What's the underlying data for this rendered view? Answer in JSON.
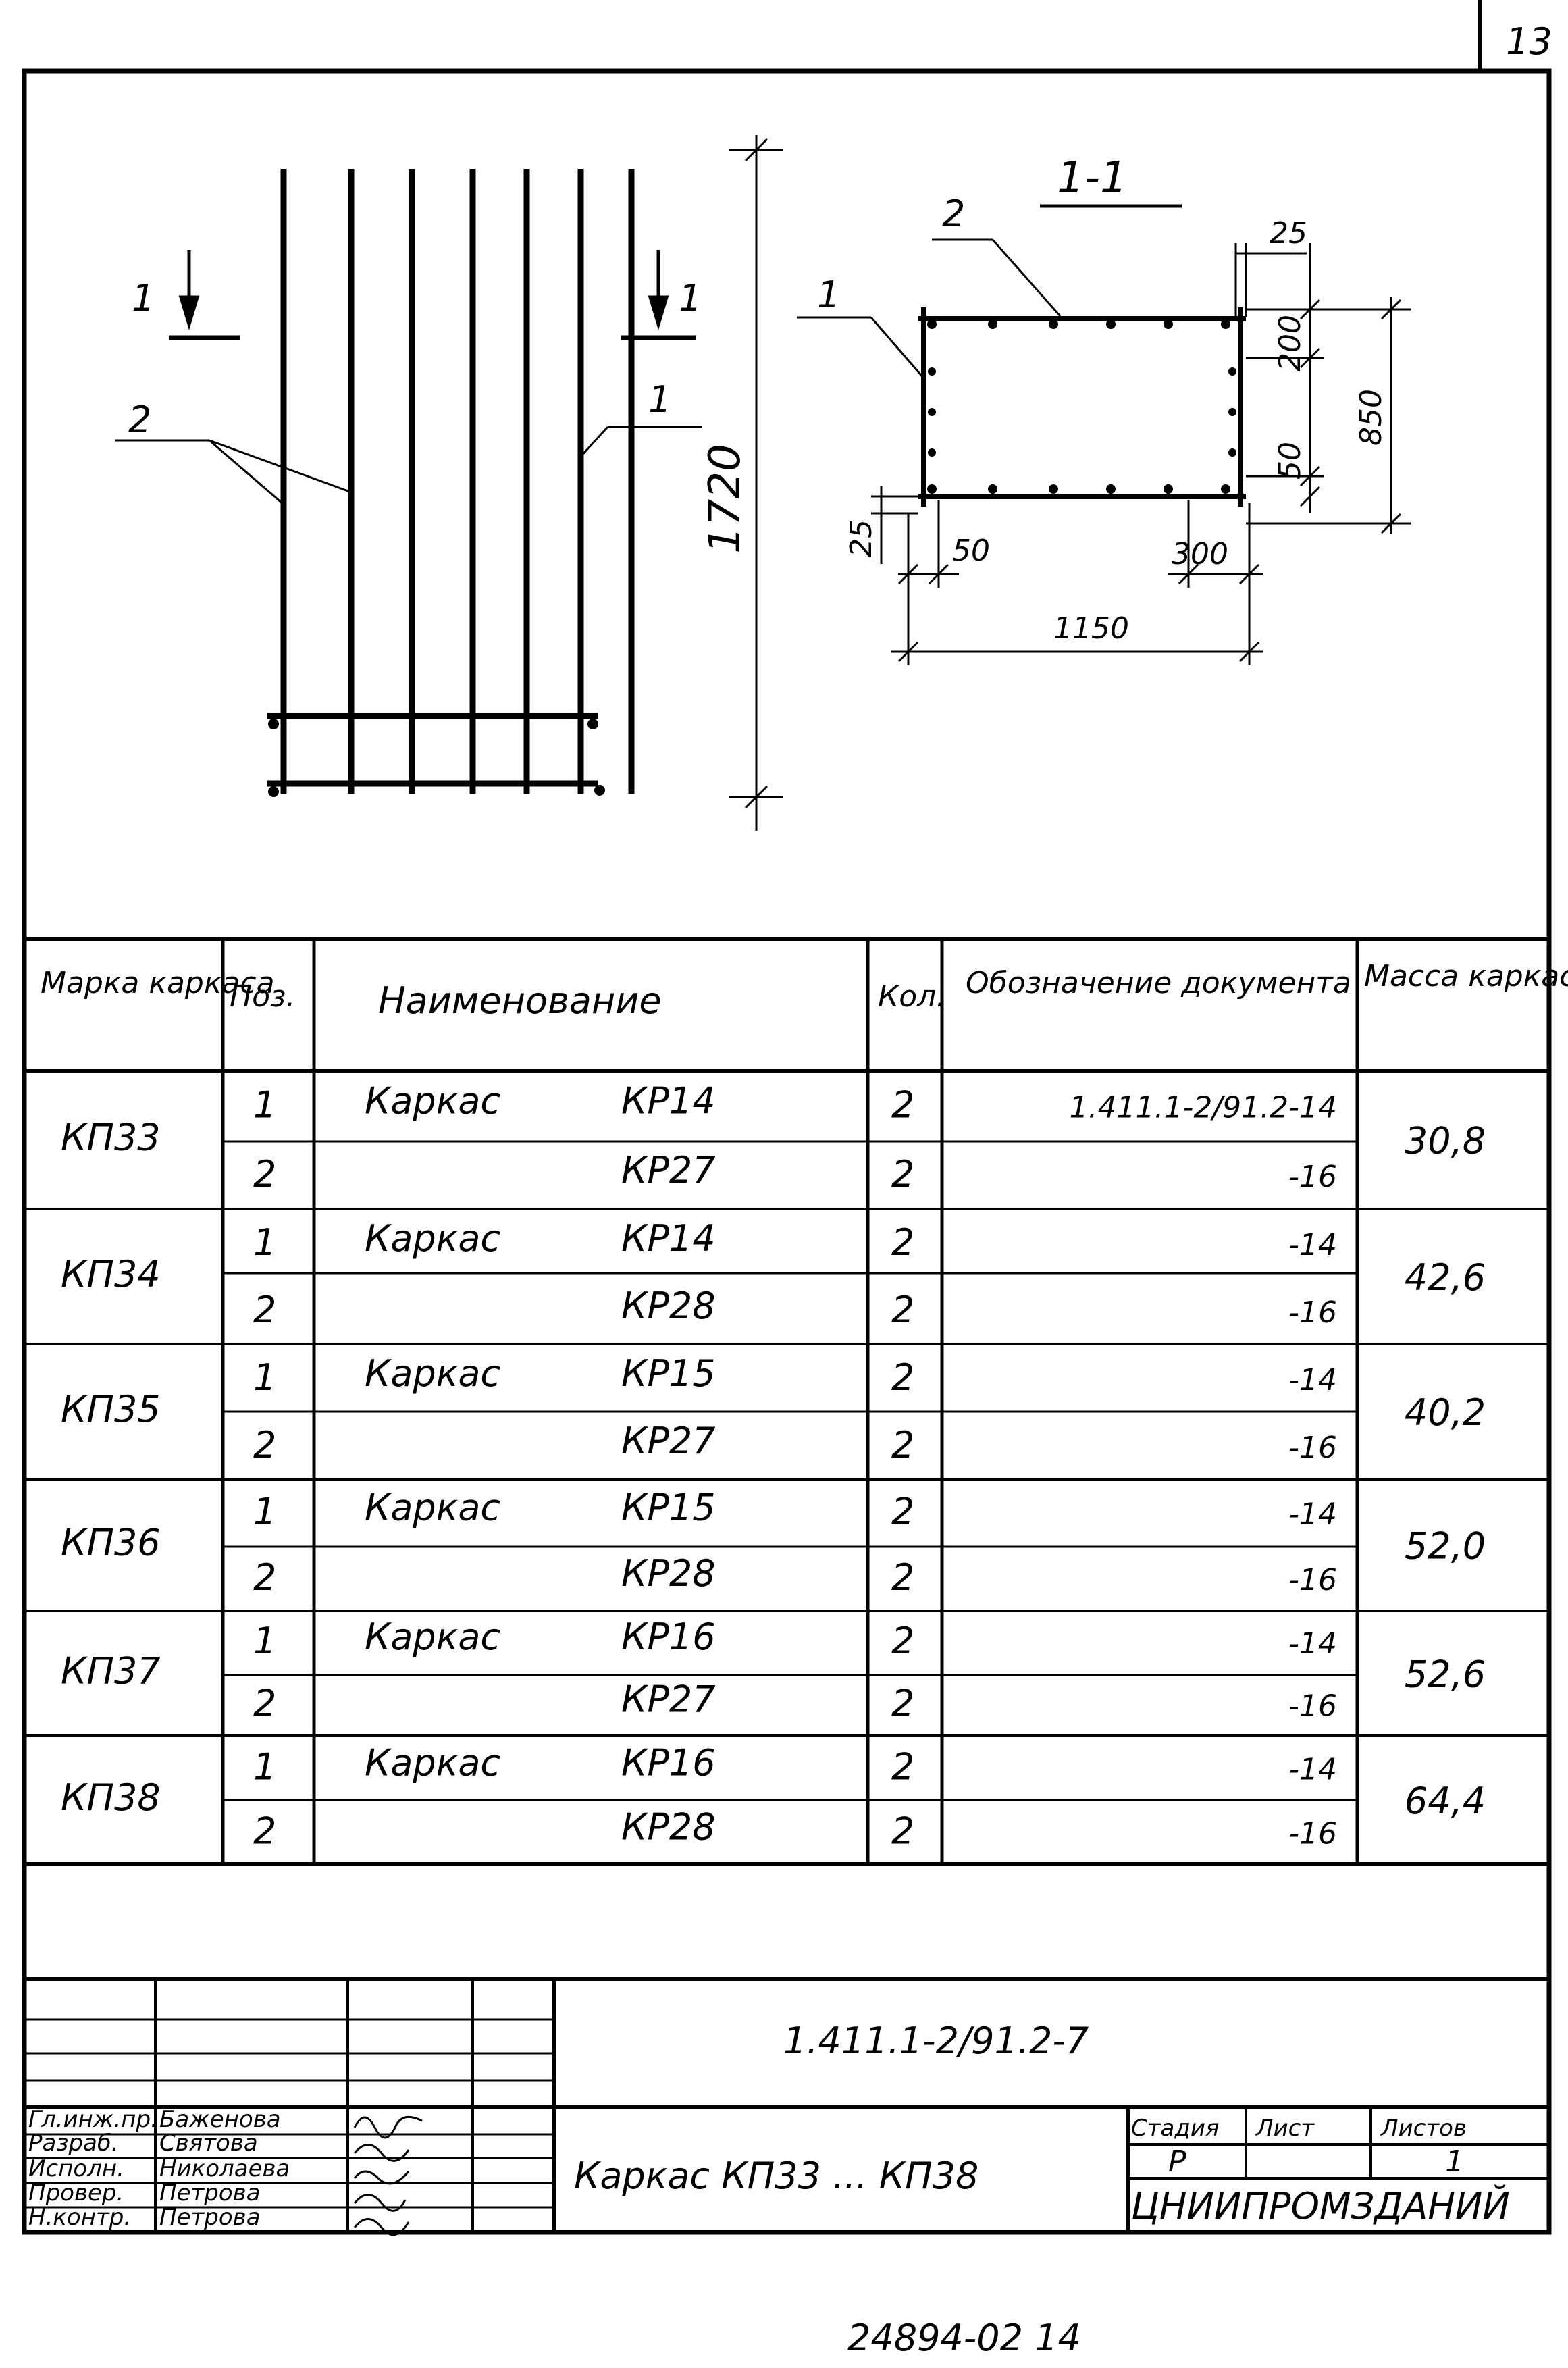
{
  "sheet_number": "13",
  "drawing": {
    "elevation": {
      "section_marks": [
        "1",
        "1"
      ],
      "callouts": [
        "2",
        "1"
      ],
      "height": "1720"
    },
    "section": {
      "title": "1-1",
      "callouts": [
        "2",
        "1"
      ],
      "dims": {
        "top_small": "25",
        "upper": "200",
        "total": "850",
        "lower": "50",
        "left_small": "25",
        "bottom_left": "50",
        "bottom_right": "300",
        "width": "1150"
      }
    }
  },
  "table": {
    "headers": {
      "mark": "Марка каркаса",
      "pos": "Поз.",
      "name": "Наименование",
      "qty": "Кол.",
      "doc": "Обозначение документа",
      "mass": "Масса каркаса, кг"
    },
    "rows": [
      {
        "mark": "КП33",
        "mass": "30,8",
        "items": [
          {
            "pos": "1",
            "name": "Каркас",
            "code": "КР14",
            "qty": "2",
            "doc": "1.411.1-2/91.2-14"
          },
          {
            "pos": "2",
            "name": "",
            "code": "КР27",
            "qty": "2",
            "doc": "-16"
          }
        ]
      },
      {
        "mark": "КП34",
        "mass": "42,6",
        "items": [
          {
            "pos": "1",
            "name": "Каркас",
            "code": "КР14",
            "qty": "2",
            "doc": "-14"
          },
          {
            "pos": "2",
            "name": "",
            "code": "КР28",
            "qty": "2",
            "doc": "-16"
          }
        ]
      },
      {
        "mark": "КП35",
        "mass": "40,2",
        "items": [
          {
            "pos": "1",
            "name": "Каркас",
            "code": "КР15",
            "qty": "2",
            "doc": "-14"
          },
          {
            "pos": "2",
            "name": "",
            "code": "КР27",
            "qty": "2",
            "doc": "-16"
          }
        ]
      },
      {
        "mark": "КП36",
        "mass": "52,0",
        "items": [
          {
            "pos": "1",
            "name": "Каркас",
            "code": "КР15",
            "qty": "2",
            "doc": "-14"
          },
          {
            "pos": "2",
            "name": "",
            "code": "КР28",
            "qty": "2",
            "doc": "-16"
          }
        ]
      },
      {
        "mark": "КП37",
        "mass": "52,6",
        "items": [
          {
            "pos": "1",
            "name": "Каркас",
            "code": "КР16",
            "qty": "2",
            "doc": "-14"
          },
          {
            "pos": "2",
            "name": "",
            "code": "КР27",
            "qty": "2",
            "doc": "-16"
          }
        ]
      },
      {
        "mark": "КП38",
        "mass": "64,4",
        "items": [
          {
            "pos": "1",
            "name": "Каркас",
            "code": "КР16",
            "qty": "2",
            "doc": "-14"
          },
          {
            "pos": "2",
            "name": "",
            "code": "КР28",
            "qty": "2",
            "doc": "-16"
          }
        ]
      }
    ]
  },
  "title_block": {
    "designation": "1.411.1-2/91.2-7",
    "title": "Каркас КП33 ... КП38",
    "stage_label": "Стадия",
    "sheet_label": "Лист",
    "sheets_label": "Листов",
    "stage": "Р",
    "sheet": "",
    "sheets": "1",
    "organization": "ЦНИИПРОМЗДАНИЙ",
    "staff": [
      {
        "role": "Гл.инж.пр.",
        "name": "Баженова"
      },
      {
        "role": "Разраб.",
        "name": "Святова"
      },
      {
        "role": "Исполн.",
        "name": "Николаева"
      },
      {
        "role": "Провер.",
        "name": "Петрова"
      },
      {
        "role": "Н.контр.",
        "name": "Петрова"
      }
    ]
  },
  "footer_code": "24894-02  14"
}
